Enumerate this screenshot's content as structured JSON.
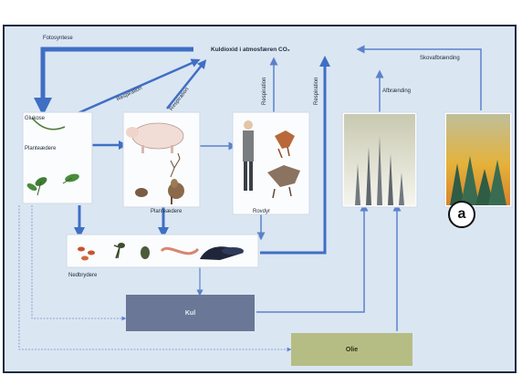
{
  "labels": {
    "fotosyntese": "Fotosyntese",
    "kuldioxid": "Kuldioxid i atmosfæren CO₂",
    "respiration": "Respiration",
    "skovafbraending": "Skovafbrænding",
    "afbraending": "Afbrænding",
    "glukose": "Glukose",
    "plantaedere": "Planteædere",
    "rovdyr": "Rovdyr",
    "nedbrydere": "Nedbrydere",
    "kul": "Kul",
    "olie": "Olie",
    "marker": "a"
  },
  "colors": {
    "background": "#dbe6f3",
    "arrow": "#3f6fc4",
    "arrow_thin": "#6f90c8",
    "coal_box": "#6a7797",
    "oil_box": "#b6bd84"
  }
}
